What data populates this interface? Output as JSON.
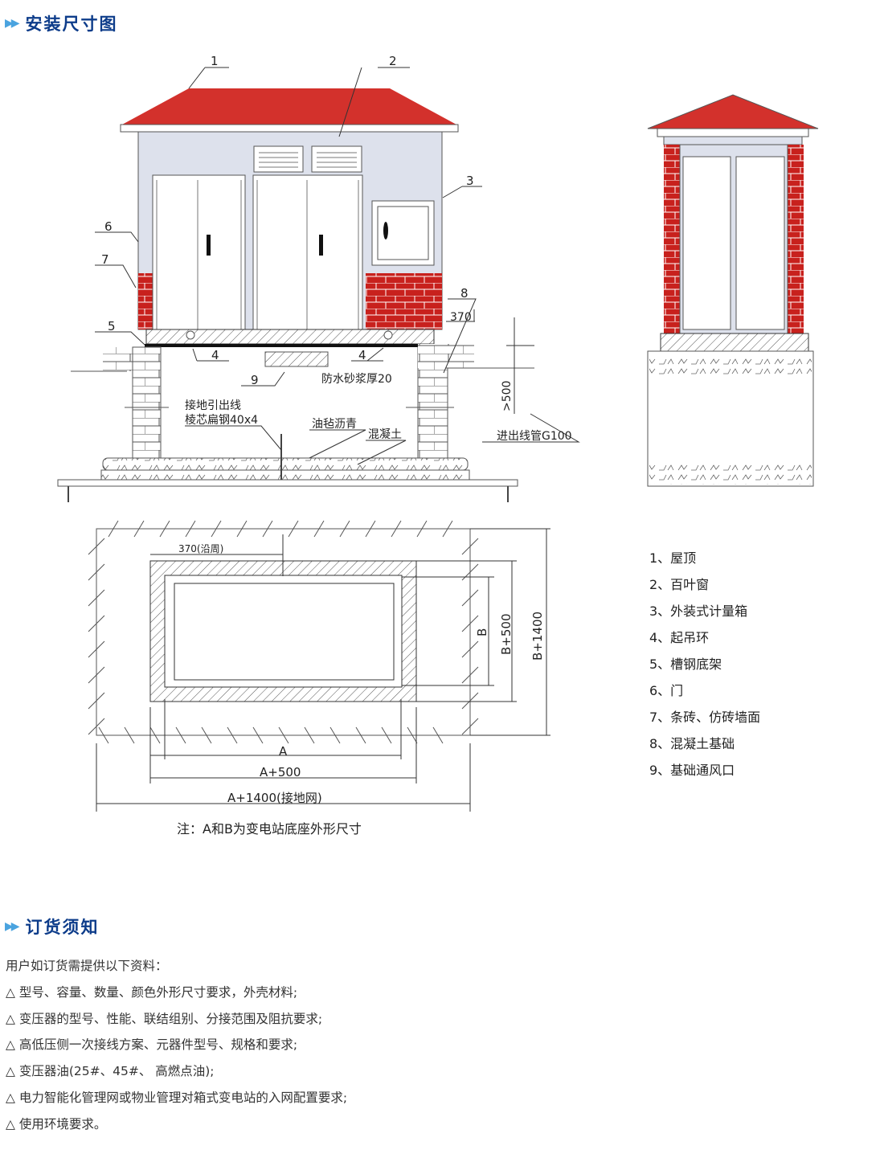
{
  "section1": {
    "title": "安装尺寸图",
    "arrows": "▶▶"
  },
  "section2": {
    "title": "订货须知",
    "arrows": "▶▶"
  },
  "colors": {
    "roof": "#d3312c",
    "wall": "#dde1ec",
    "brick": "#c8211d",
    "title": "#0d3c8a",
    "arrow": "#4aa3df"
  },
  "elevation": {
    "callouts": [
      "1",
      "2",
      "3",
      "4",
      "4",
      "5",
      "6",
      "7",
      "8",
      "9"
    ],
    "dim_370": "370",
    "dim_500": ">500",
    "notes": {
      "waterproof": "防水砂浆厚20",
      "ground1": "接地引出线",
      "ground2": "棱芯扁钢40x4",
      "felt": "油毡沥青",
      "concrete": "混凝土",
      "pipe": "进出线管G100"
    }
  },
  "plan": {
    "dim_370": "370(沿周)",
    "A": "A",
    "A500": "A+500",
    "A1400": "A+1400(接地网)",
    "B": "B",
    "B500": "B+500",
    "B1400": "B+1400",
    "note": "注：A和B为变电站底座外形尺寸"
  },
  "legend": [
    "1、屋顶",
    "2、百叶窗",
    "3、外装式计量箱",
    "4、起吊环",
    "5、槽钢底架",
    "6、门",
    "7、条砖、仿砖墙面",
    "8、混凝土基础",
    "9、基础通风口"
  ],
  "order": {
    "intro": "用户如订货需提供以下资料：",
    "items": [
      "△ 型号、容量、数量、颜色外形尺寸要求，外壳材料;",
      "△ 变压器的型号、性能、联结组别、分接范围及阻抗要求;",
      "△ 高低压侧一次接线方案、元器件型号、规格和要求;",
      "△ 变压器油(25#、45#、 高燃点油);",
      "△ 电力智能化管理网或物业管理对箱式变电站的入网配置要求;",
      "△ 使用环境要求。"
    ]
  }
}
